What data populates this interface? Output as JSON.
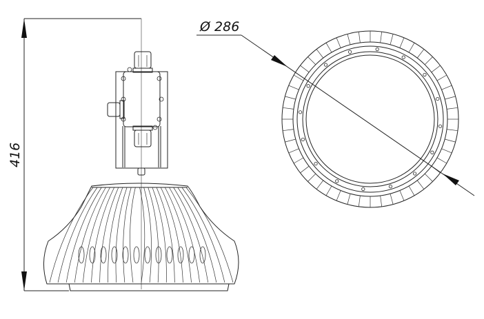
{
  "drawing": {
    "height_dimension": "416",
    "diameter_symbol": "Ø",
    "diameter_value": "286",
    "fin_count_ring": 48,
    "screw_count_ring": 16
  }
}
